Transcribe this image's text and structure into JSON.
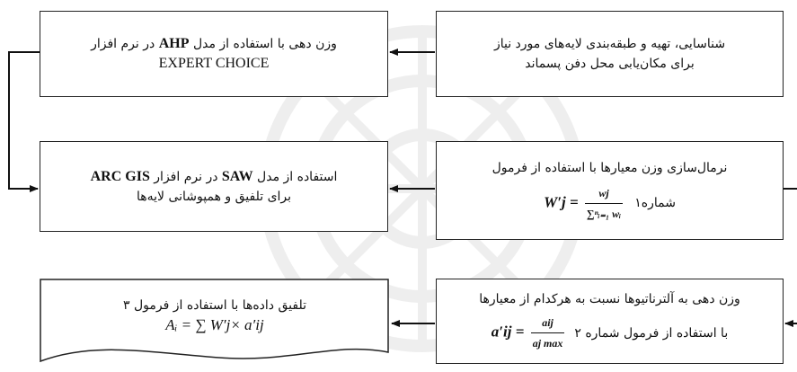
{
  "boxes": {
    "b1": {
      "line1": "شناسایی، تهیه و طبقه‌بندی لایه‌های مورد نیاز",
      "line2": "برای مکان‌یابی محل دفن پسماند"
    },
    "b2": {
      "line1_pre": "وزن دهی با استفاده از مدل",
      "line1_latin": "AHP",
      "line1_post": "در نرم افزار",
      "line2": "EXPERT CHOICE"
    },
    "b3": {
      "line1": "نرمال‌سازی وزن معیارها با استفاده از فرمول",
      "formula_lhs": "W′j =",
      "formula_num": "wj",
      "formula_den": "∑ⁿᵢ₌₁ wᵢ",
      "line2": "شماره۱"
    },
    "b4": {
      "line1_pre": "استفاده از مدل",
      "line1_latin": "SAW",
      "line1_mid": "در نرم افزار",
      "line1_latin2": "ARC GIS",
      "line2": "برای تلفیق و همپوشانی لایه‌ها"
    },
    "b5": {
      "line1": "وزن دهی به آلترناتیوها نسبت به هرکدام از معیارها",
      "line2": "با استفاده از فرمول شماره ۲",
      "formula_lhs": "a′ij =",
      "formula_num": "aij",
      "formula_den": "aj max"
    },
    "b6": {
      "line1": "تلفیق داده‌ها با استفاده از فرمول ۳",
      "formula": "Aᵢ = ∑ W′j× a′ij"
    }
  }
}
